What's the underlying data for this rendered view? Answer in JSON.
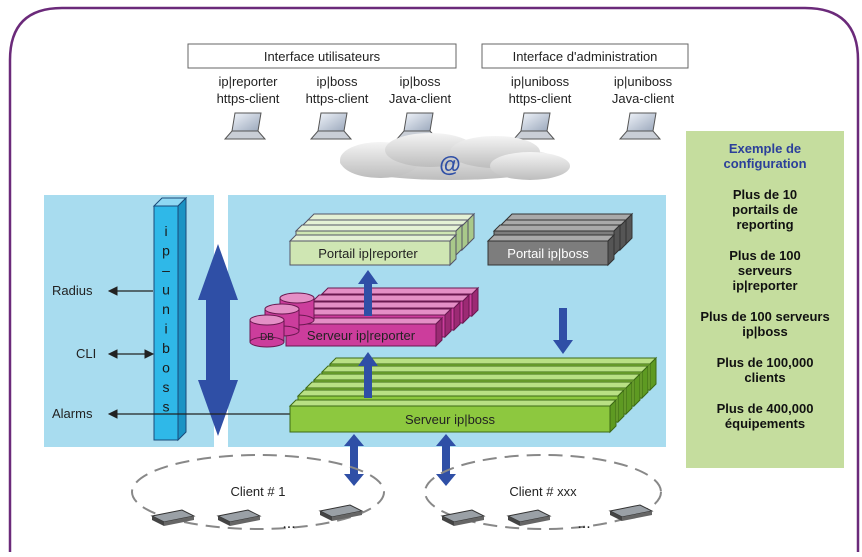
{
  "header": {
    "user_interface": "Interface utilisateurs",
    "admin_interface": "Interface d'administration"
  },
  "clients": [
    {
      "line1": "ip|reporter",
      "line2": "https-client"
    },
    {
      "line1": "ip|boss",
      "line2": "https-client"
    },
    {
      "line1": "ip|boss",
      "line2": "Java-client"
    },
    {
      "line1": "ip|uniboss",
      "line2": "https-client"
    },
    {
      "line1": "ip|uniboss",
      "line2": "Java-client"
    }
  ],
  "cloud_symbol": "@",
  "uniboss_letters": [
    "i",
    "p",
    "–",
    "u",
    "n",
    "i",
    "b",
    "o",
    "s",
    "s"
  ],
  "interfaces": {
    "radius": "Radius",
    "cli": "CLI",
    "alarms": "Alarms"
  },
  "components": {
    "portail_reporter": "Portail ip|reporter",
    "portail_boss": "Portail ip|boss",
    "serveur_reporter": "Serveur ip|reporter",
    "db": "DB",
    "serveur_boss": "Serveur ip|boss"
  },
  "client_groups": {
    "group1": "Client # 1",
    "group2": "Client # xxx",
    "ellipsis": "..."
  },
  "sidepanel": {
    "title": "Exemple de configuration",
    "items": [
      "Plus de 10 portails de reporting",
      "Plus de 100 serveurs ip|reporter",
      "Plus de 100 serveurs ip|boss",
      "Plus de 100,000 clients",
      "Plus de 400,000 équipements"
    ]
  },
  "colors": {
    "frame": "#6b2a7a",
    "panel_blue": "#a8dcef",
    "pillar": "#2fb8e8",
    "arrow_blue": "#2f4fa6",
    "green_box": "#8dc83f",
    "light_green_box": "#cfe6b3",
    "magenta_box": "#cc3d9c",
    "gray_box": "#7d7d7d",
    "sidepanel": "#c5dd9e"
  }
}
